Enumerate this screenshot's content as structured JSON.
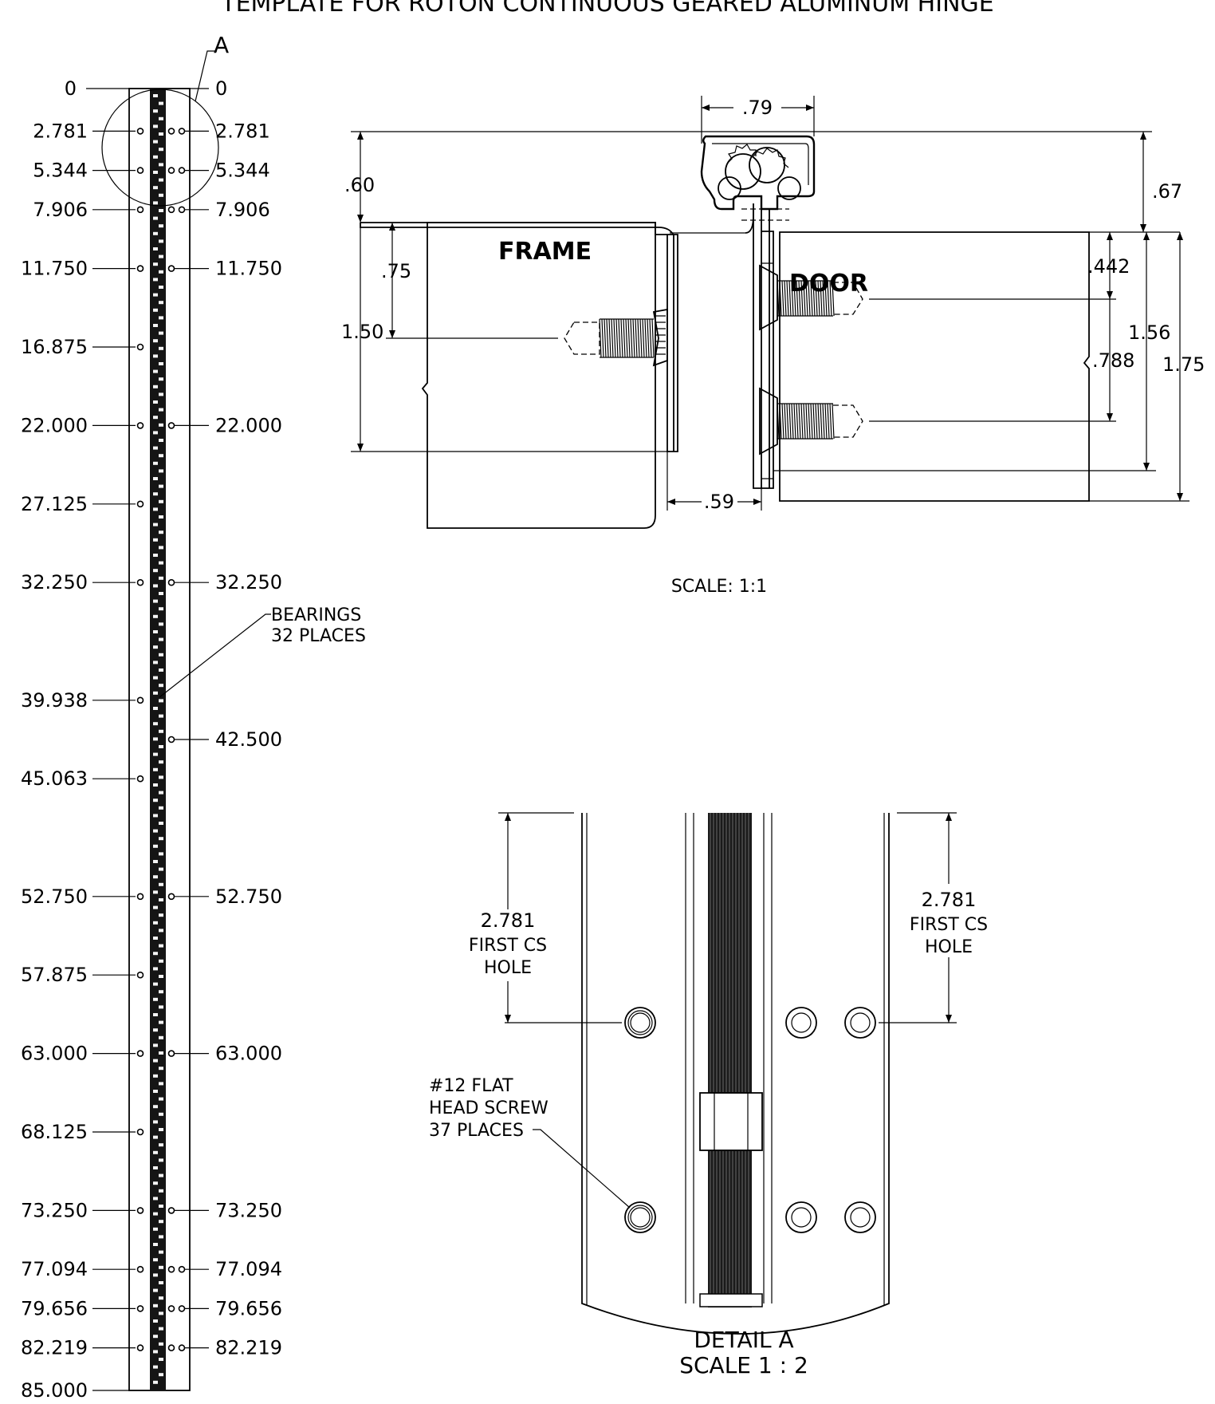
{
  "title": "TEMPLATE FOR ROTON CONTINUOUS GEARED ALUMINUM HINGE",
  "elevation": {
    "callout": "A",
    "top_left": "0",
    "top_right": "0",
    "left_holes": [
      "2.781",
      "5.344",
      "7.906",
      "11.750",
      "16.875",
      "22.000",
      "27.125",
      "32.250",
      "39.938",
      "45.063",
      "52.750",
      "57.875",
      "63.000",
      "68.125",
      "73.250",
      "77.094",
      "79.656",
      "82.219"
    ],
    "right_holes": [
      "2.781",
      "5.344",
      "7.906",
      "11.750",
      "22.000",
      "32.250",
      "42.500",
      "52.750",
      "63.000",
      "73.250",
      "77.094",
      "79.656",
      "82.219"
    ],
    "bottom": "85.000",
    "bearings_note": [
      "BEARINGS",
      "32 PLACES"
    ]
  },
  "section": {
    "frame_label": "FRAME",
    "door_label": "DOOR",
    "dims": {
      "knuckle_width": ".79",
      "top_left": ".60",
      "top_right": ".67",
      "frame_screw": ".75",
      "frame_leaf": "1.50",
      "door_first": ".442",
      "door_spacing": ".788",
      "door_leaf": "1.56",
      "door_total": "1.75",
      "gap": ".59"
    },
    "scale": "SCALE: 1:1"
  },
  "detail": {
    "left_dim": [
      "2.781",
      "FIRST CS",
      "HOLE"
    ],
    "right_dim": [
      "2.781",
      "FIRST CS",
      "HOLE"
    ],
    "screw_note": [
      "#12 FLAT",
      "HEAD SCREW",
      "37 PLACES"
    ],
    "title": "DETAIL A",
    "scale": "SCALE 1 : 2"
  }
}
